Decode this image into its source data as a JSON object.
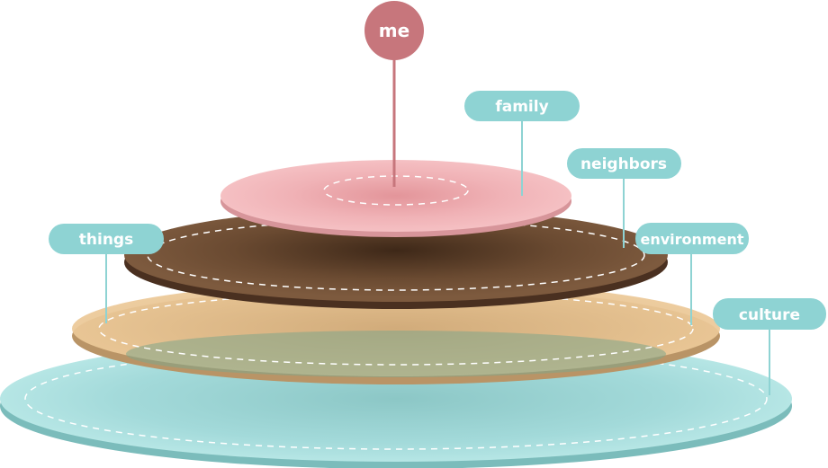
{
  "diagram": {
    "center": {
      "label": "me",
      "color": "#c7767c"
    },
    "layers": [
      {
        "label": "family",
        "color": "#f2b6b9"
      },
      {
        "label": "neighbors",
        "color": "#6e4a30"
      },
      {
        "label": "things",
        "color": "#8ed3d3"
      },
      {
        "label": "environment",
        "color": "#e5c08e"
      },
      {
        "label": "culture",
        "color": "#8ed3d3"
      }
    ],
    "label_color": "#8ed3d3",
    "connector_color": "#8ed3d3"
  }
}
